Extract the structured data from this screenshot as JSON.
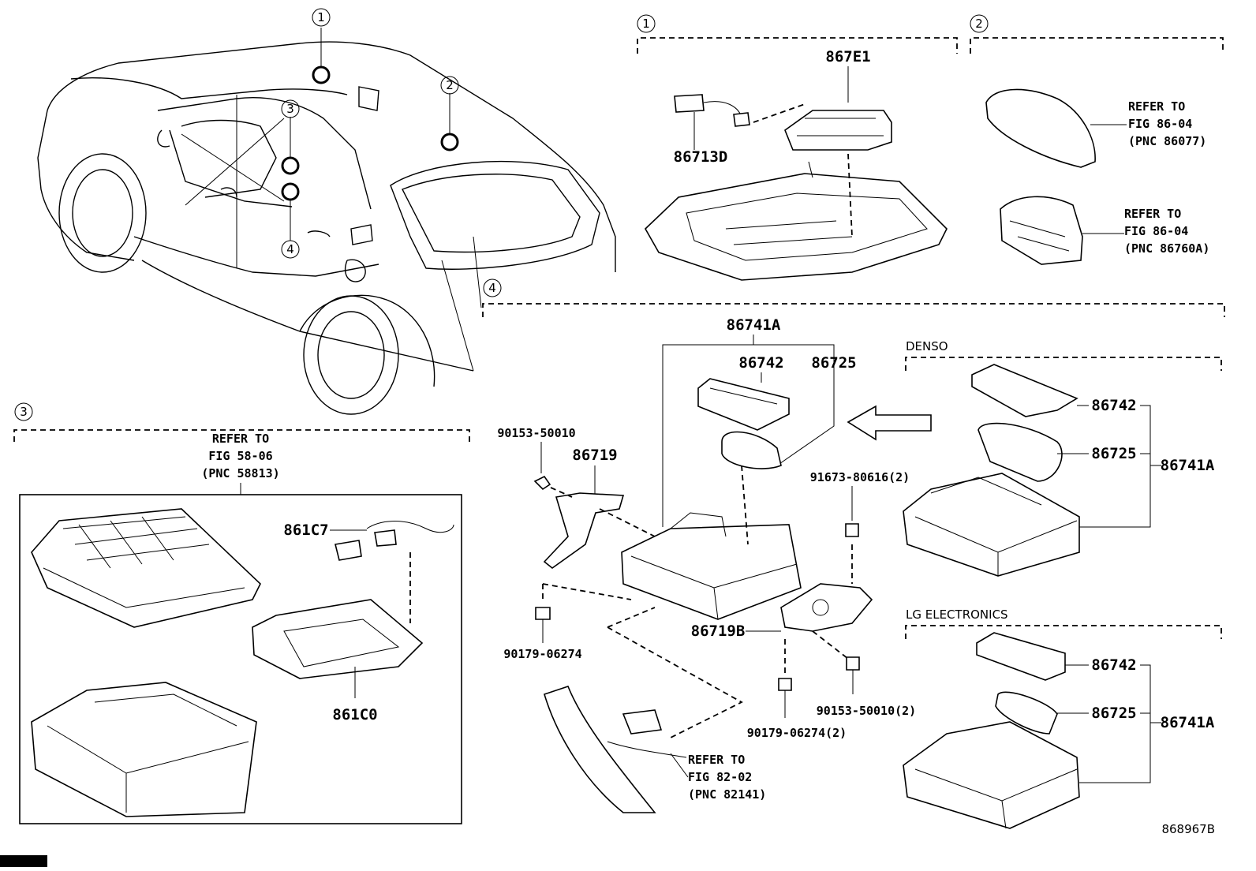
{
  "callouts": {
    "c1": "1",
    "c2": "2",
    "c3": "3",
    "c4": "4"
  },
  "section1": {
    "callout": "1",
    "labels": {
      "p867E1": "867E1",
      "p86713D": "86713D"
    }
  },
  "section2": {
    "callout": "2",
    "ref_top": [
      "REFER TO",
      "FIG 86-04",
      "(PNC 86077)"
    ],
    "ref_bottom": [
      "REFER TO",
      "FIG 86-04",
      "(PNC 86760A)"
    ]
  },
  "section3": {
    "callout": "3",
    "ref": [
      "REFER TO",
      "FIG 58-06",
      "(PNC 58813)"
    ],
    "labels": {
      "p861C7": "861C7",
      "p861C0": "861C0"
    }
  },
  "section4": {
    "callout": "4",
    "labels": {
      "p86741A_top": "86741A",
      "p86742_top": "86742",
      "p86725_top": "86725",
      "p90153_50010": "90153-50010",
      "p86719": "86719",
      "p91673": "91673-80616(2)",
      "p90179_06274": "90179-06274",
      "p86719B": "86719B",
      "p90153_50010_2": "90153-50010(2)",
      "p90179_06274_2": "90179-06274(2)"
    },
    "ref": [
      "REFER TO",
      "FIG 82-02",
      "(PNC 82141)"
    ],
    "denso": {
      "title": "DENSO",
      "p86742": "86742",
      "p86725": "86725",
      "p86741A": "86741A"
    },
    "lg": {
      "title": "LG ELECTRONICS",
      "p86742": "86742",
      "p86725": "86725",
      "p86741A": "86741A"
    }
  },
  "figure_id": "868967B"
}
